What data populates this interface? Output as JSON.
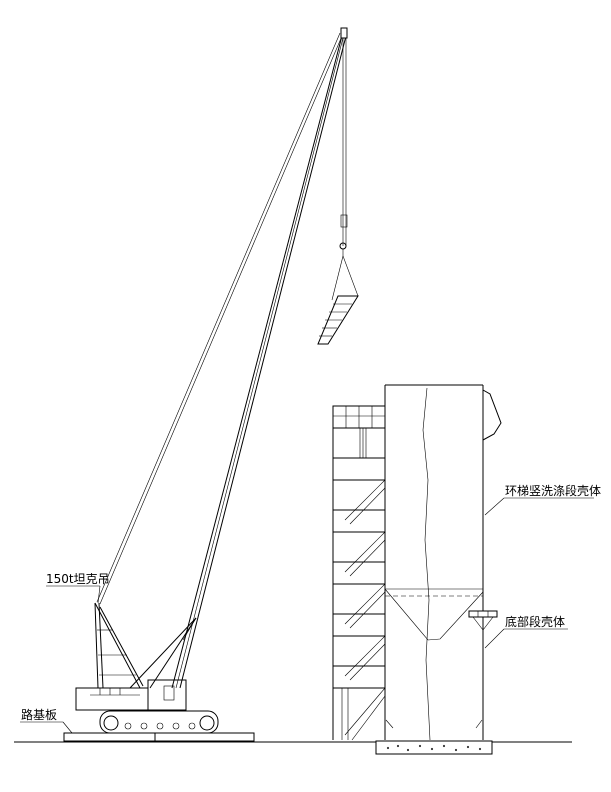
{
  "labels": {
    "crane": "150t坦克吊",
    "roadbed": "路基板",
    "upper_shell": "环梯竖洗涤段壳体",
    "lower_shell": "底部段壳体"
  }
}
